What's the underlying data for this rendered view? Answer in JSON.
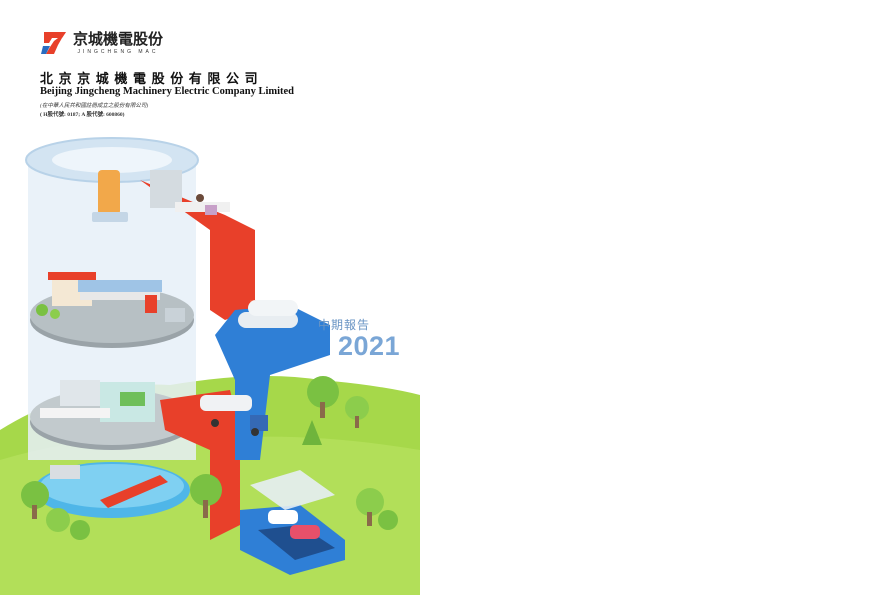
{
  "logo": {
    "name_cn": "京城機電股份",
    "name_en": "JINGCHENG MAC",
    "mark_icon": "jingcheng-logo-icon",
    "colors": {
      "red": "#e8402a",
      "blue": "#2a6cc0"
    }
  },
  "company": {
    "name_cn": "北京京城機電股份有限公司",
    "name_en": "Beijing Jingcheng Machinery Electric Company Limited",
    "incorporation_note": "(在中華人民共和國註冊成立之股份有限公司)",
    "stock_codes": "( H股代號: 0187; A 股代號: 600860)"
  },
  "report": {
    "type": "中期報告",
    "year": "2021"
  },
  "colors": {
    "ground_green": "#a6d84a",
    "road_red": "#e8402a",
    "road_blue": "#2f7fd6",
    "cylinder": "#d9e8f4",
    "year_blue": "#7aa6d6"
  }
}
